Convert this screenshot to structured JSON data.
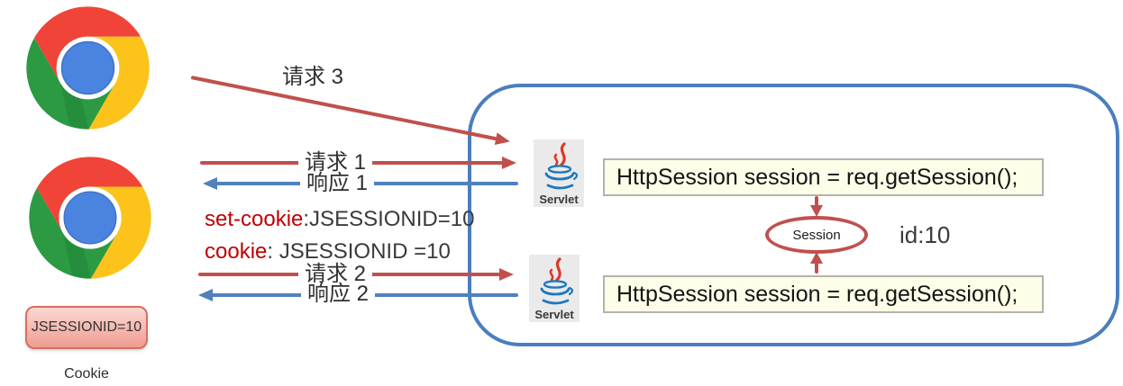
{
  "client": {
    "browser_icons": [
      {
        "name": "chrome-logo-top"
      },
      {
        "name": "chrome-logo-bottom"
      }
    ],
    "cookie_store": {
      "value": "JSESSIONID=10",
      "caption": "Cookie"
    }
  },
  "messages": {
    "request3": {
      "label": "请求 3",
      "direction": "right",
      "color": "#C0504D"
    },
    "request1": {
      "label": "请求 1",
      "direction": "right",
      "color": "#C0504D"
    },
    "response1": {
      "label": "响应 1",
      "direction": "left",
      "color": "#4F81BD"
    },
    "set_cookie_header": {
      "key": "set-cookie",
      "value": ":JSESSIONID=10",
      "key_color": "#C00000"
    },
    "cookie_header": {
      "key": "cookie",
      "value": ": JSESSIONID =10",
      "key_color": "#C00000"
    },
    "request2": {
      "label": "请求 2",
      "direction": "right",
      "color": "#C0504D"
    },
    "response2": {
      "label": "响应 2",
      "direction": "left",
      "color": "#4F81BD"
    }
  },
  "server": {
    "border_color": "#4A7EBE",
    "servlets": [
      {
        "label": "Servlet"
      },
      {
        "label": "Servlet"
      }
    ],
    "code_boxes": [
      "HttpSession session = req.getSession();",
      "HttpSession session = req.getSession();"
    ],
    "session": {
      "label": "Session",
      "id_label": "id:10",
      "ellipse_color": "#C0504D"
    }
  }
}
